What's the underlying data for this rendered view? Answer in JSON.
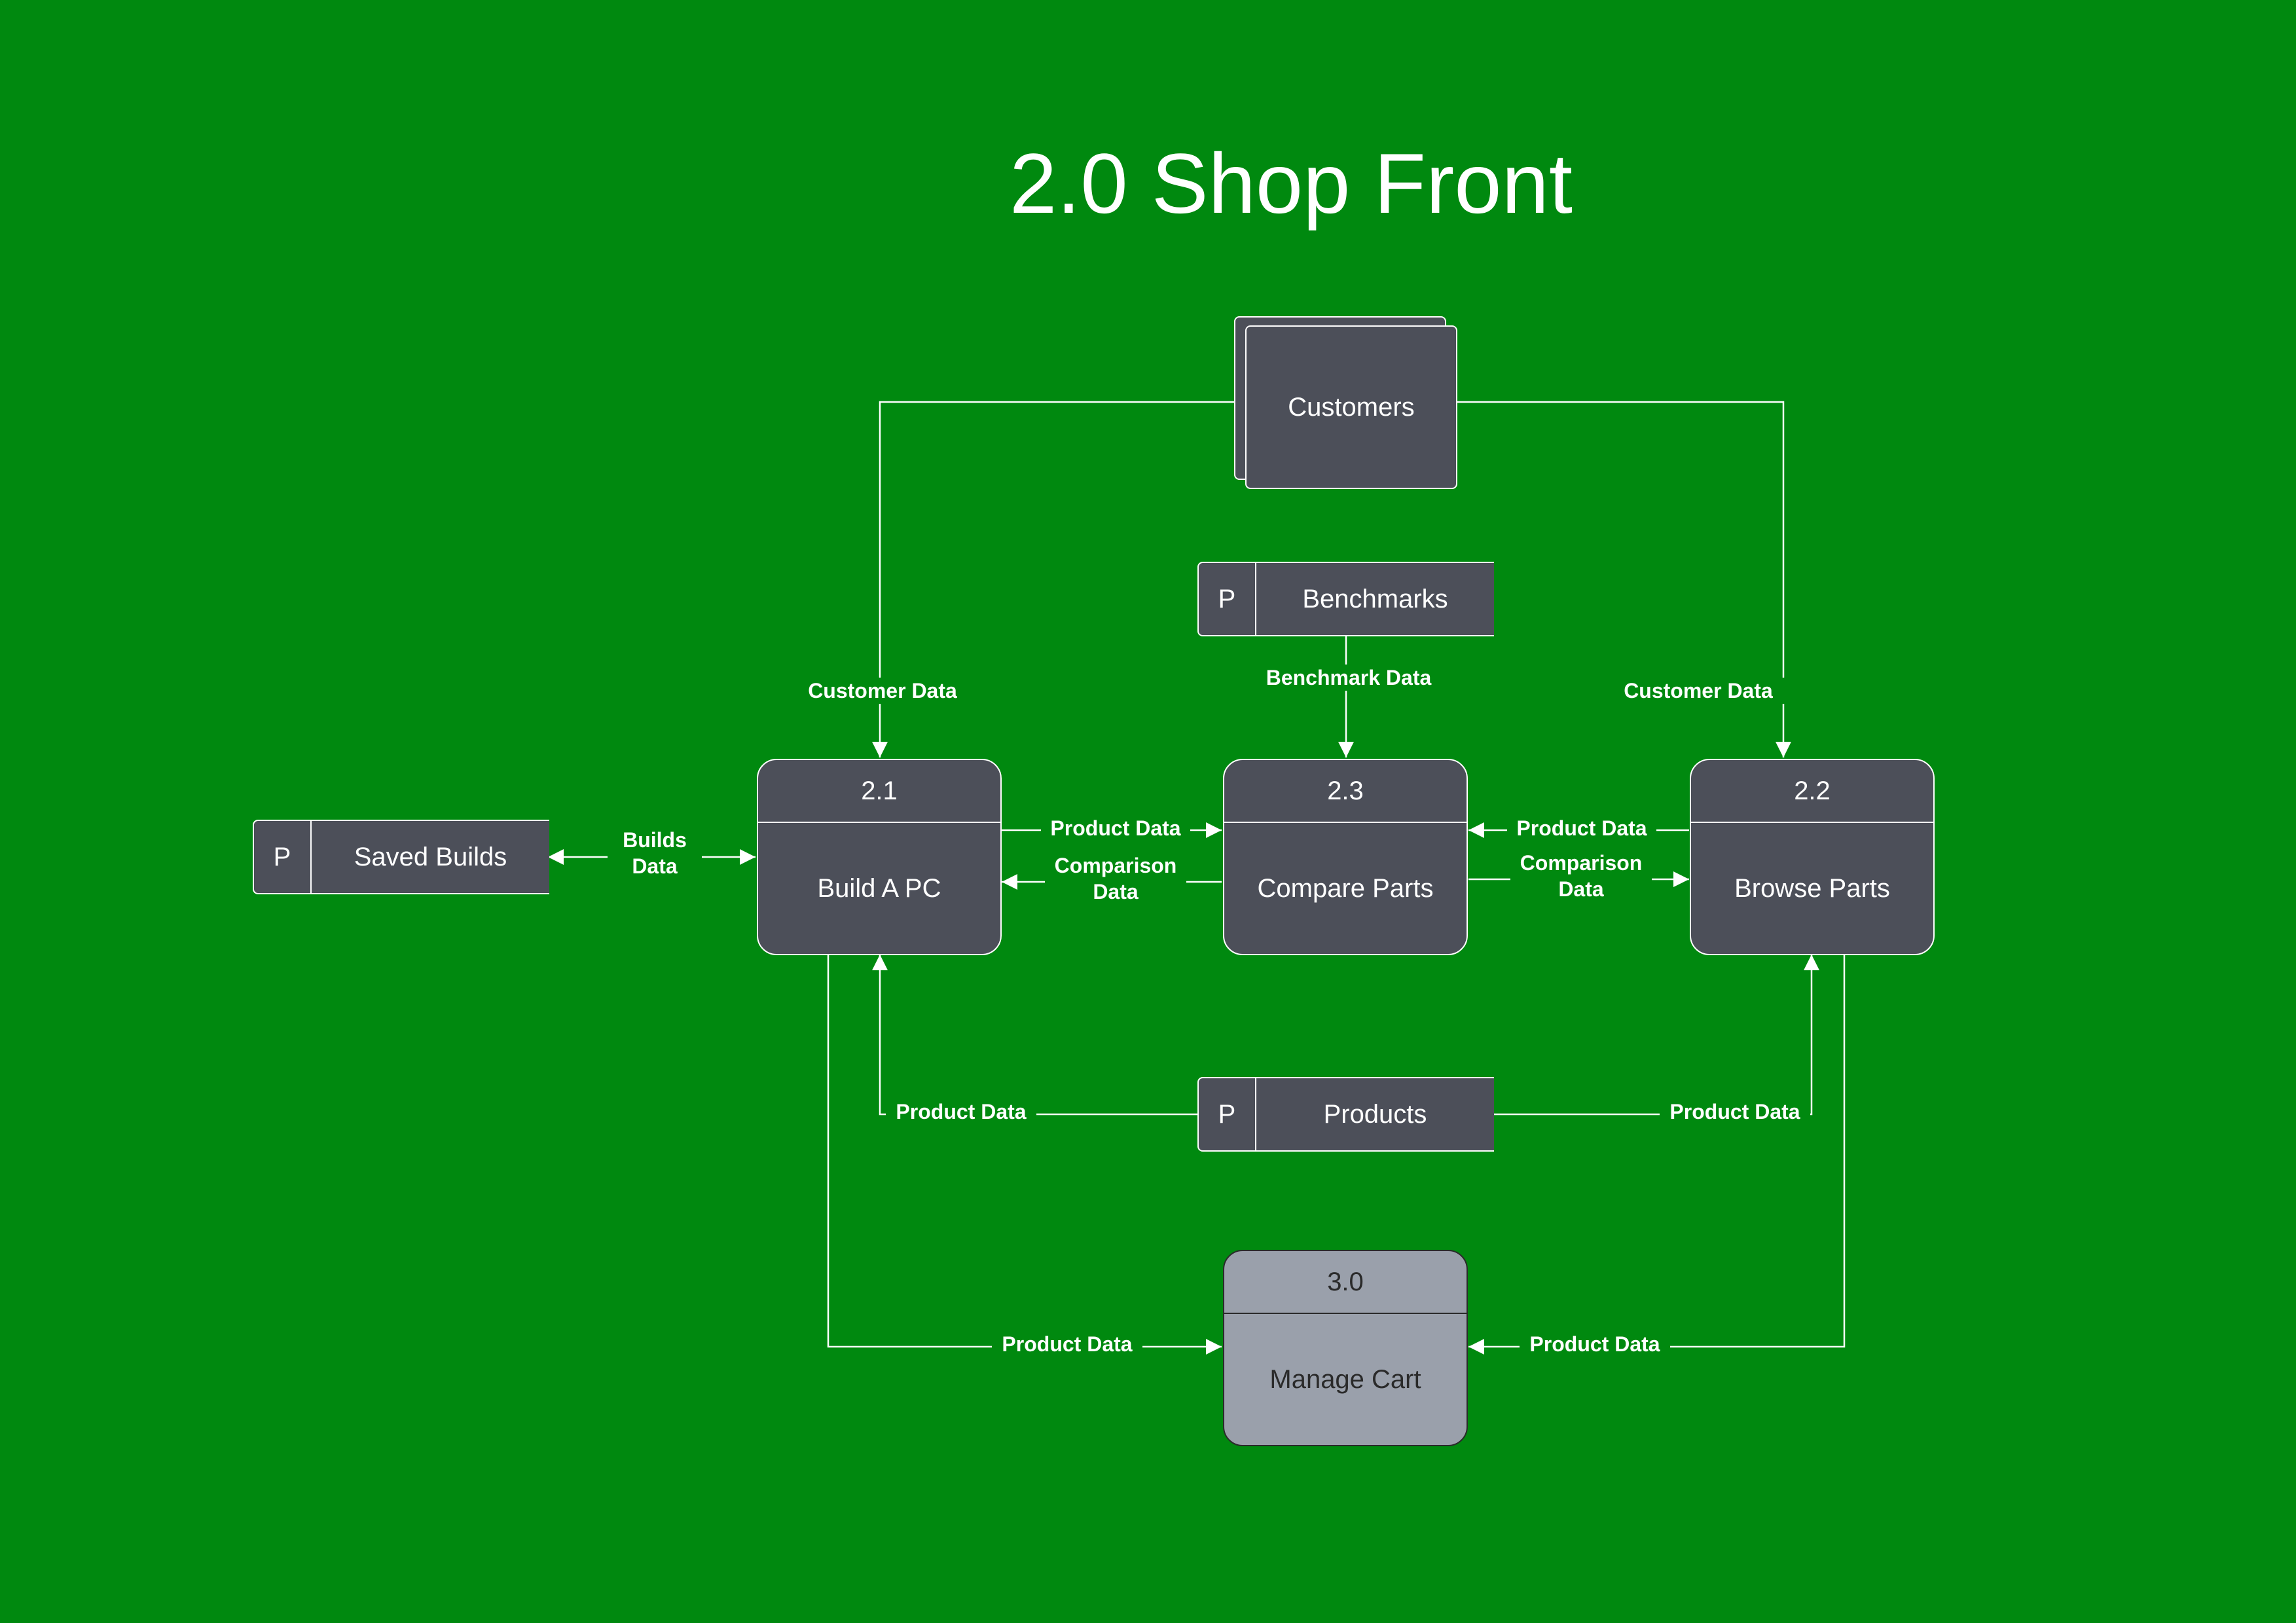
{
  "title": "2.0 Shop Front",
  "externals": {
    "customers": "Customers"
  },
  "stores": {
    "benchmarks": {
      "id": "P",
      "label": "Benchmarks"
    },
    "saved_builds": {
      "id": "P",
      "label": "Saved Builds"
    },
    "products": {
      "id": "P",
      "label": "Products"
    }
  },
  "processes": {
    "build_pc": {
      "number": "2.1",
      "label": "Build A PC"
    },
    "compare_parts": {
      "number": "2.3",
      "label": "Compare Parts"
    },
    "browse_parts": {
      "number": "2.2",
      "label": "Browse Parts"
    },
    "manage_cart": {
      "number": "3.0",
      "label": "Manage Cart"
    }
  },
  "flows": {
    "customer_data_left": "Customer Data",
    "customer_data_right": "Customer Data",
    "benchmark_data": "Benchmark Data",
    "builds_data": "Builds\nData",
    "product_data_build_compare": "Product Data",
    "comparison_data_compare_build": "Comparison\nData",
    "product_data_browse_compare": "Product Data",
    "comparison_data_compare_browse": "Comparison\nData",
    "product_data_products_build": "Product Data",
    "product_data_products_browse": "Product Data",
    "product_data_build_cart": "Product Data",
    "product_data_browse_cart": "Product Data"
  },
  "colors": {
    "background": "#00890f",
    "box_fill": "#4c4f59",
    "box_fill_light": "#9aa0ab",
    "line": "#ffffff"
  }
}
